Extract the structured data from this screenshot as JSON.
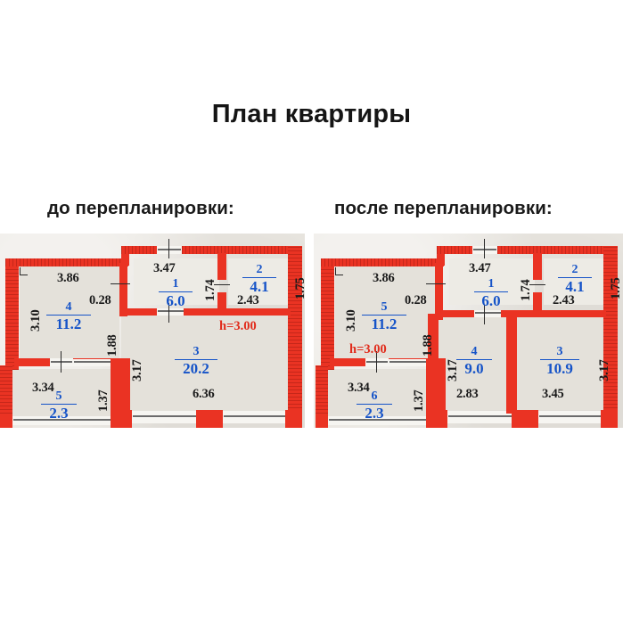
{
  "page": {
    "title": "План квартиры",
    "subtitle_before": "до перепланировки:",
    "subtitle_after": "после перепланировки:"
  },
  "colors": {
    "wall": "#ea3323",
    "room_fill": "#e4e1da",
    "paper": "#e9e6e0",
    "room_label": "#1553c8",
    "dimension": "#1b1b1b",
    "height_note": "#e12b1b"
  },
  "plan_before": {
    "name": "до перепланировки",
    "height_note": "h=3.00",
    "rooms": [
      {
        "number": "1",
        "area": "6.0"
      },
      {
        "number": "2",
        "area": "4.1"
      },
      {
        "number": "3",
        "area": "20.2"
      },
      {
        "number": "4",
        "area": "11.2"
      },
      {
        "number": "5",
        "area": "2.3"
      }
    ],
    "dimensions": {
      "d_3_86": "3.86",
      "d_3_10": "3.10",
      "d_0_28": "0.28",
      "d_3_47": "3.47",
      "d_1_74": "1.74",
      "d_1_75": "1.75",
      "d_2_43": "2.43",
      "d_1_88": "1.88",
      "d_3_17": "3.17",
      "d_6_36": "6.36",
      "d_3_34": "3.34",
      "d_1_37": "1.37"
    }
  },
  "plan_after": {
    "name": "после перепланировки",
    "height_note": "h=3.00",
    "rooms": [
      {
        "number": "1",
        "area": "6.0"
      },
      {
        "number": "2",
        "area": "4.1"
      },
      {
        "number": "3",
        "area": "10.9"
      },
      {
        "number": "4",
        "area": "9.0"
      },
      {
        "number": "5",
        "area": "11.2"
      },
      {
        "number": "6",
        "area": "2.3"
      }
    ],
    "dimensions": {
      "d_3_86": "3.86",
      "d_3_10": "3.10",
      "d_0_28": "0.28",
      "d_3_47": "3.47",
      "d_1_74": "1.74",
      "d_1_75": "1.75",
      "d_2_43": "2.43",
      "d_1_88": "1.88",
      "d_3_17_left": "3.17",
      "d_3_17_right": "3.17",
      "d_2_83": "2.83",
      "d_3_45": "3.45",
      "d_3_34": "3.34",
      "d_1_37": "1.37"
    }
  }
}
